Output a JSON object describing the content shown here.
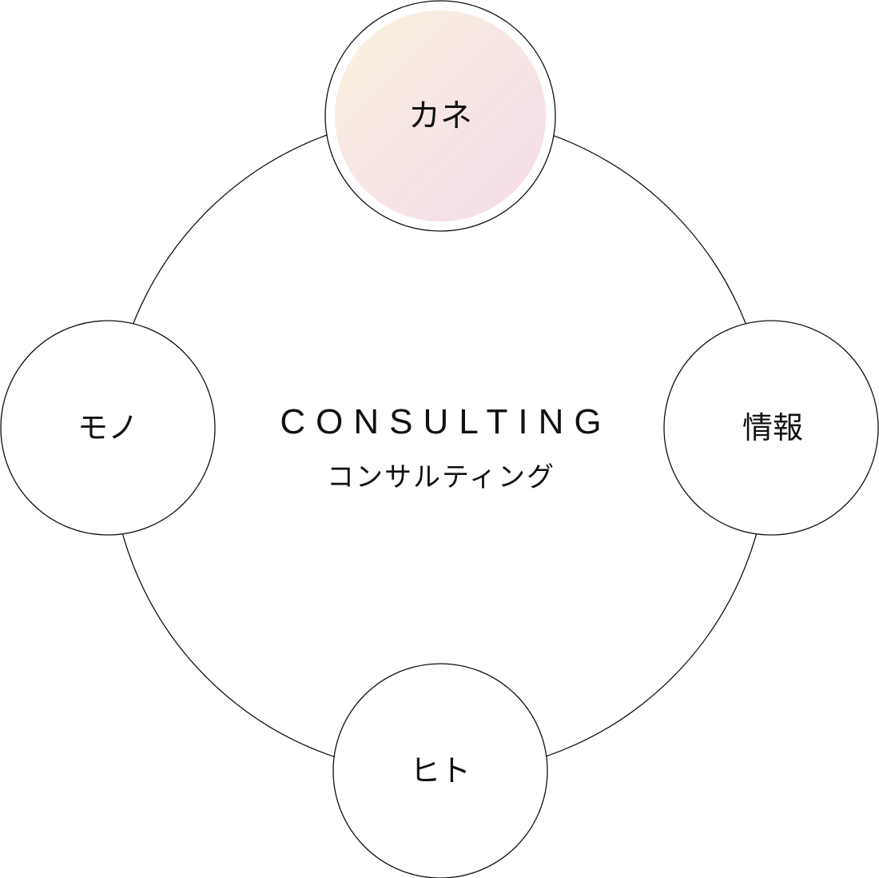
{
  "center": {
    "title": "CONSULTING",
    "subtitle": "コンサルティング"
  },
  "nodes": [
    {
      "label": "カネ",
      "highlighted": true
    },
    {
      "label": "情報",
      "highlighted": false
    },
    {
      "label": "ヒト",
      "highlighted": false
    },
    {
      "label": "モノ",
      "highlighted": false
    }
  ],
  "colors": {
    "line": "#111111",
    "gradient_start": "#faf1de",
    "gradient_end": "#f4dbea"
  }
}
